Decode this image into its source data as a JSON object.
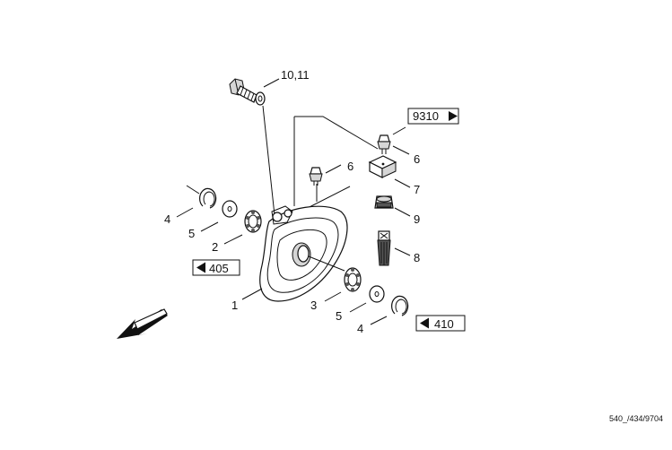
{
  "labels": {
    "p10_11": "10,11",
    "p6a": "6",
    "p6b": "6",
    "p7": "7",
    "p9": "9",
    "p8": "8",
    "p4a": "4",
    "p5a": "5",
    "p2": "2",
    "p1": "1",
    "p3": "3",
    "p5b": "5",
    "p4b": "4"
  },
  "refs": {
    "r9310": "9310",
    "r405": "405",
    "r410": "410"
  },
  "drawing_code": "540_/434/9704"
}
